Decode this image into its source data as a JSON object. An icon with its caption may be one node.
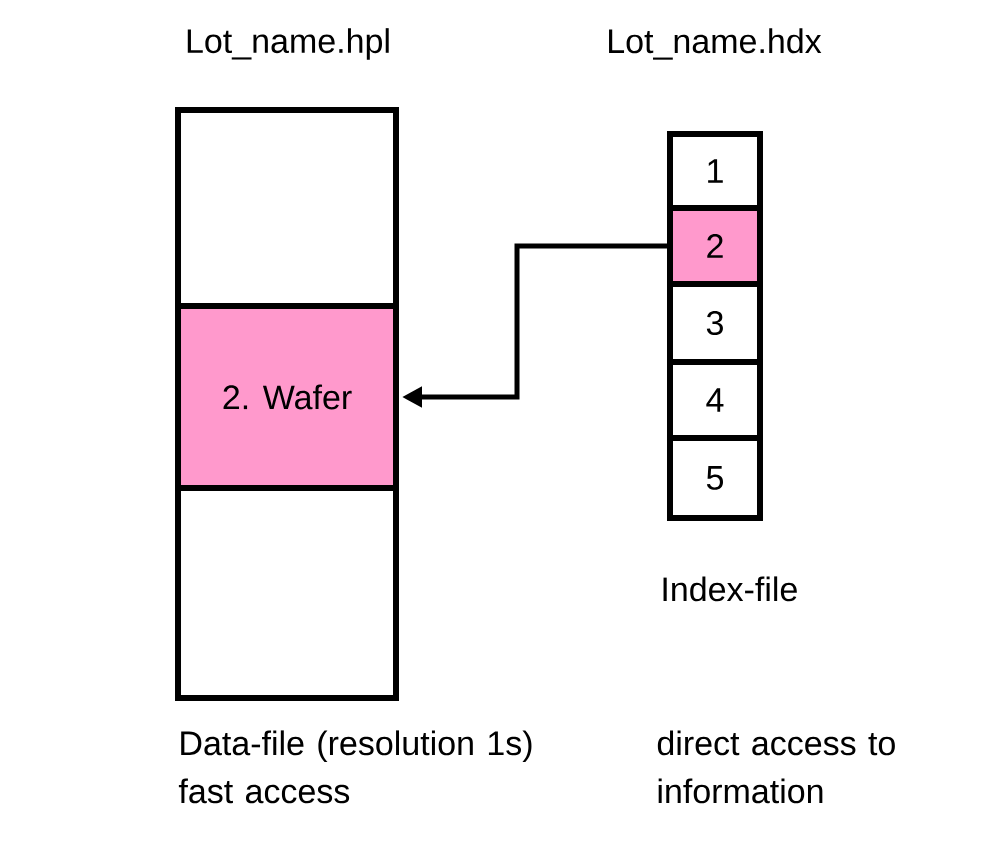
{
  "diagram": {
    "nodes": [
      {
        "text": [],
        "shape": "box"
      },
      {
        "text": [
          "2. Wafer"
        ]
      },
      {
        "text": [],
        "shape": "box"
      },
      {
        "text": [
          "1"
        ]
      },
      {
        "text": [
          "2"
        ]
      },
      {
        "text": [
          "3"
        ]
      },
      {
        "text": [
          "4"
        ]
      },
      {
        "text": [
          "5"
        ]
      }
    ],
    "edges": [
      {
        "from": 4,
        "to": 1,
        "arrow": "to"
      }
    ],
    "labels": [
      "Lot_name.hpl",
      "Lot_name.hdx",
      "Index-file",
      "Data-file (resolution 1s) fast access",
      "direct access to information"
    ]
  }
}
